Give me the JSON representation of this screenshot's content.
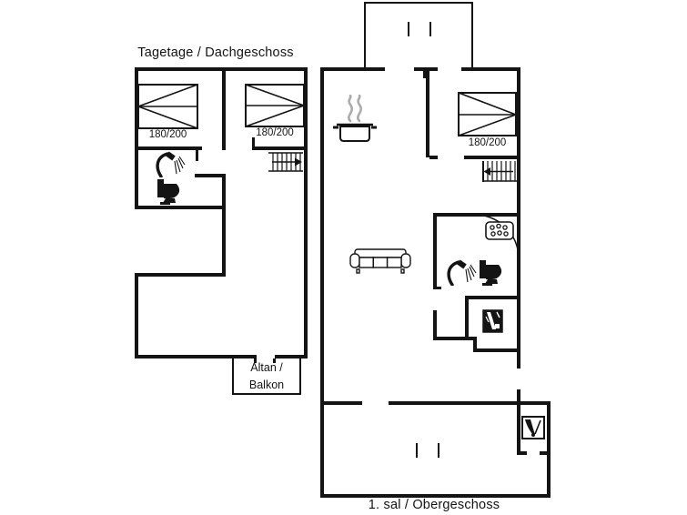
{
  "colors": {
    "line": "#141414",
    "steam": "#ababab",
    "background": "#ffffff"
  },
  "left_plan": {
    "title": "Tagetage / Dachgeschoss",
    "beds": [
      {
        "label": "180/200"
      },
      {
        "label": "180/200"
      }
    ],
    "balcony": {
      "line1": "Altan /",
      "line2": "Balkon"
    },
    "icons": [
      "shower-icon",
      "toilet-icon",
      "stairs-down-right-icon",
      "double-bed-icon",
      "double-bed-icon"
    ]
  },
  "right_plan": {
    "title": "1. sal / Obergeschoss",
    "bed": {
      "label": "180/200"
    },
    "icons": [
      "cooking-pot-icon",
      "sofa-icon",
      "double-bed-icon",
      "stairs-down-left-icon",
      "whirlpool-icon",
      "shower-icon",
      "toilet-icon",
      "washing-machine-icon",
      "grill-icon",
      "door-swing-arc",
      "railing-opening-marks"
    ]
  }
}
